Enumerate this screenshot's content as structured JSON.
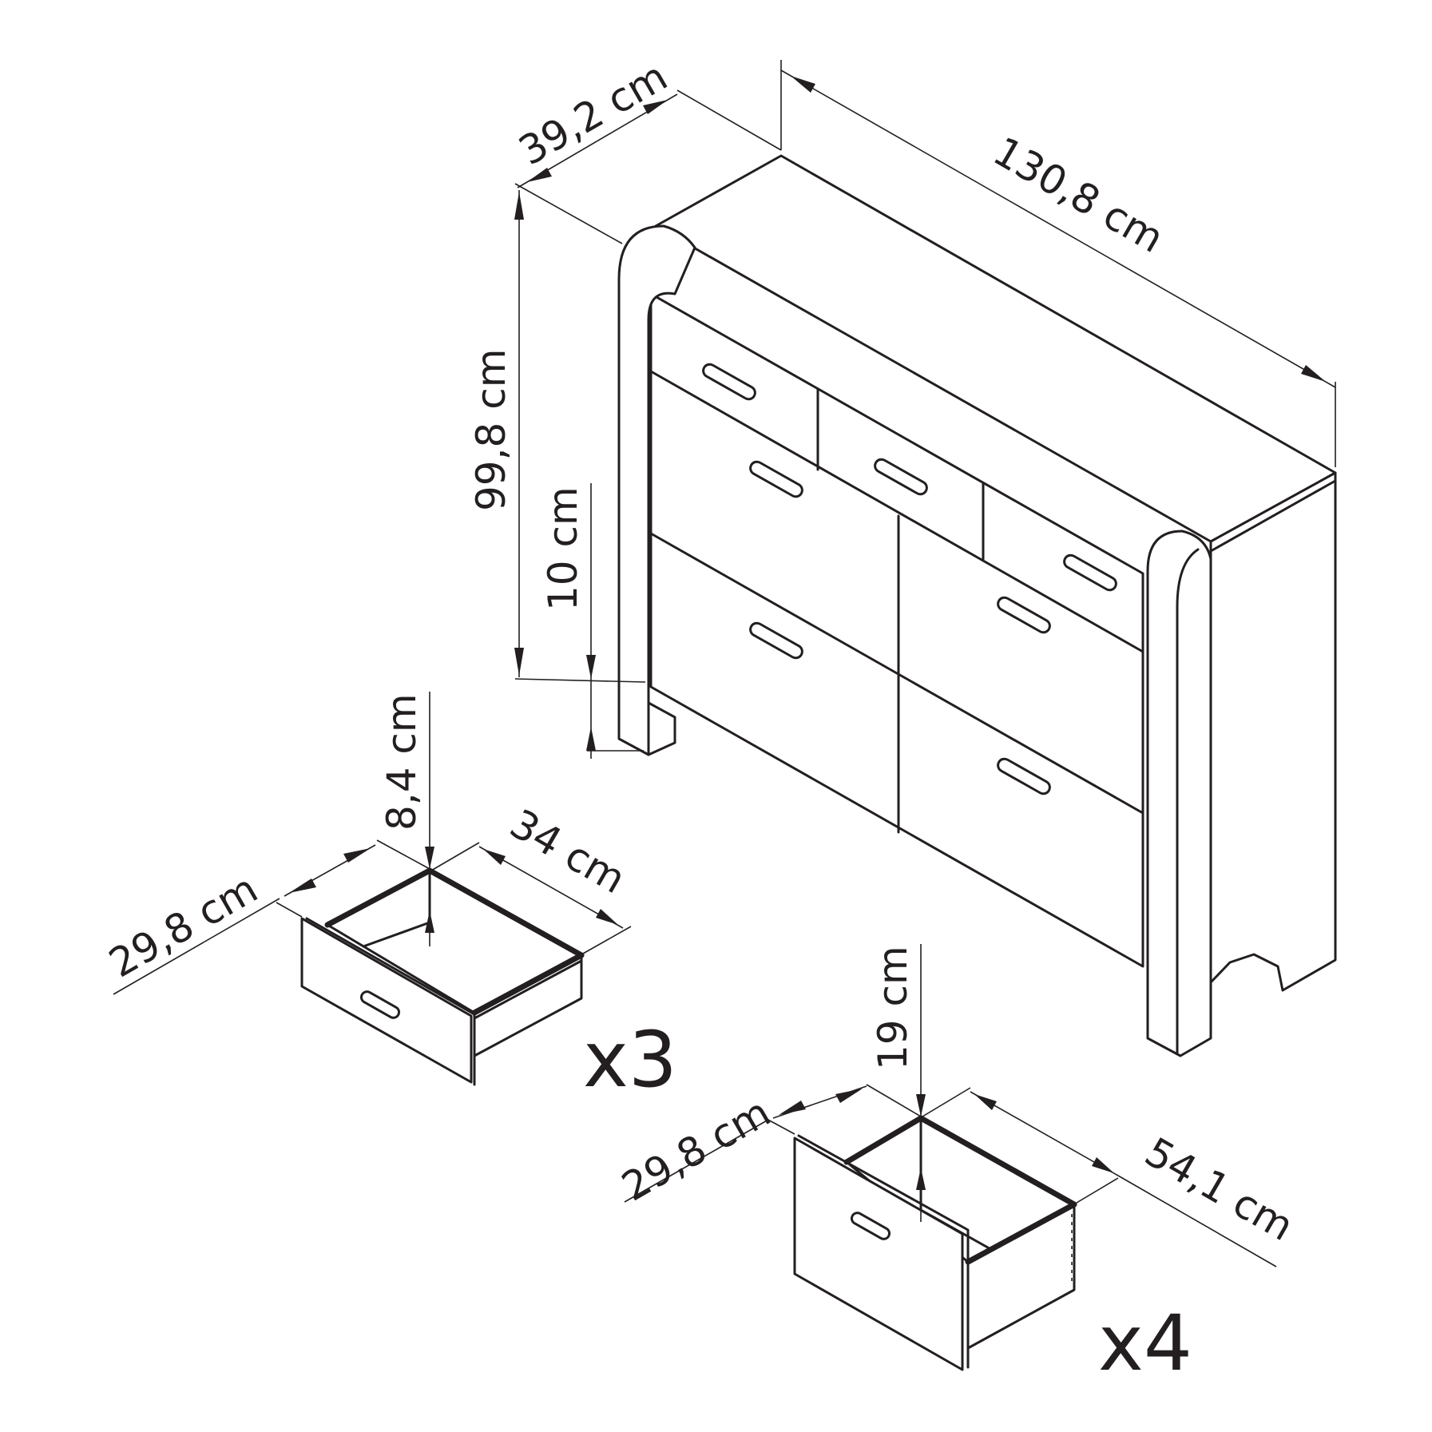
{
  "dimensions": {
    "depth": "39,2 cm",
    "width": "130,8 cm",
    "height": "99,8 cm",
    "leg_height": "10 cm",
    "small_drawer_height": "8,4 cm",
    "small_drawer_width": "29,8 cm",
    "small_drawer_depth": "34 cm",
    "large_drawer_height": "19 cm",
    "large_drawer_width": "29,8 cm",
    "large_drawer_depth": "54,1 cm"
  },
  "quantities": {
    "small_drawers": "x3",
    "large_drawers": "x4"
  },
  "colors": {
    "line": "#231f20",
    "background": "#ffffff"
  }
}
